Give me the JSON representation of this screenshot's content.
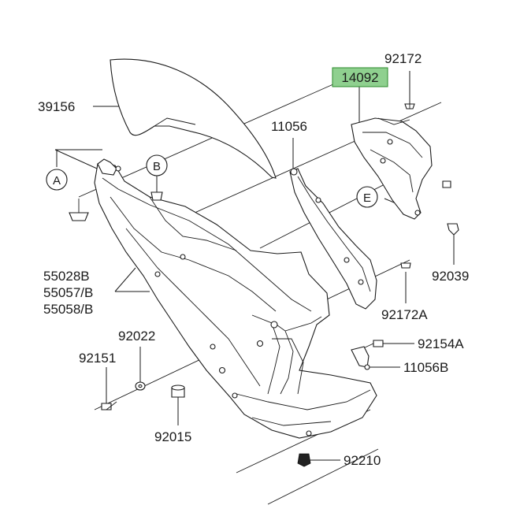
{
  "highlight_color": "#8fd08f",
  "parts": {
    "p39156": "39156",
    "p14092": "14092",
    "p92172": "92172",
    "p11056": "11056",
    "p55028b": "55028B",
    "p55057b": "55057/B",
    "p55058b": "55058/B",
    "p92039": "92039",
    "p92172a": "92172A",
    "p92022": "92022",
    "p92151": "92151",
    "p92154a": "92154A",
    "p11056b": "11056B",
    "p92015": "92015",
    "p92210": "92210"
  },
  "callouts": {
    "a": "A",
    "b": "B",
    "e": "E"
  }
}
